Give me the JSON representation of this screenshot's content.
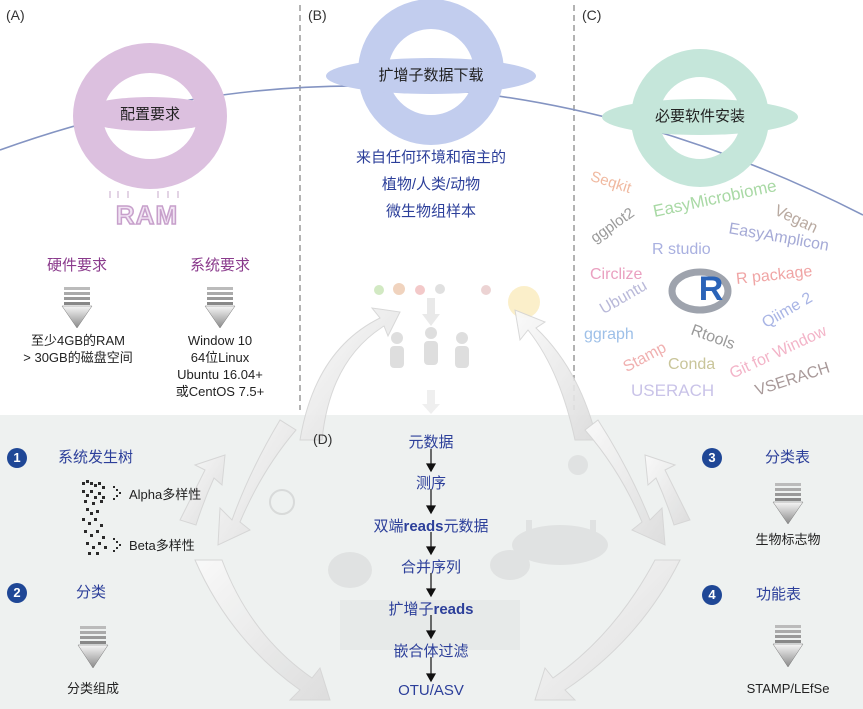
{
  "panels": {
    "a": {
      "label": "(A)",
      "ring_title": "配置要求",
      "ram_text": "RAM",
      "hardware_heading": "硬件要求",
      "system_heading": "系统要求",
      "hardware_items": [
        "至少4GB的RAM",
        "> 30GB的磁盘空间"
      ],
      "system_items": [
        "Window 10",
        "64位Linux",
        "Ubuntu 16.04+",
        "或CentOS 7.5+"
      ]
    },
    "b": {
      "label": "(B)",
      "ring_title": "扩增子数据下载",
      "desc_lines": [
        "来自任何环境和宿主的",
        "植物/人类/动物",
        "微生物组样本"
      ]
    },
    "c": {
      "label": "(C)",
      "ring_title": "必要软件安装",
      "software": [
        "Seqkit",
        "ggplot2",
        "EasyMicrobiome",
        "Vegan",
        "R studio",
        "EasyAmplicon",
        "Circlize",
        "R package",
        "Ubuntu",
        "Qiime 2",
        "ggraph",
        "Rtools",
        "Git for Window",
        "Stamp",
        "Conda",
        "USERACH",
        "VSERACH"
      ],
      "r_logo": "R"
    },
    "d": {
      "label": "(D)",
      "steps": [
        "元数据",
        "测序",
        "双端reads元数据",
        "合并序列",
        "扩增子reads",
        "嵌合体过滤",
        "OTU/ASV"
      ]
    }
  },
  "analyses": {
    "n1": {
      "num": "1",
      "title": "系统发生树",
      "items": [
        "Alpha多样性",
        "Beta多样性"
      ]
    },
    "n2": {
      "num": "2",
      "title": "分类",
      "result": "分类组成"
    },
    "n3": {
      "num": "3",
      "title": "分类表",
      "result": "生物标志物"
    },
    "n4": {
      "num": "4",
      "title": "功能表",
      "result": "STAMP/LEfSe"
    }
  },
  "colors": {
    "ring_a": "#dcc0df",
    "ring_b": "#c2cdee",
    "ring_c": "#c5e6da",
    "accent_blue": "#1f4796",
    "purple": "#8a3a8c"
  }
}
